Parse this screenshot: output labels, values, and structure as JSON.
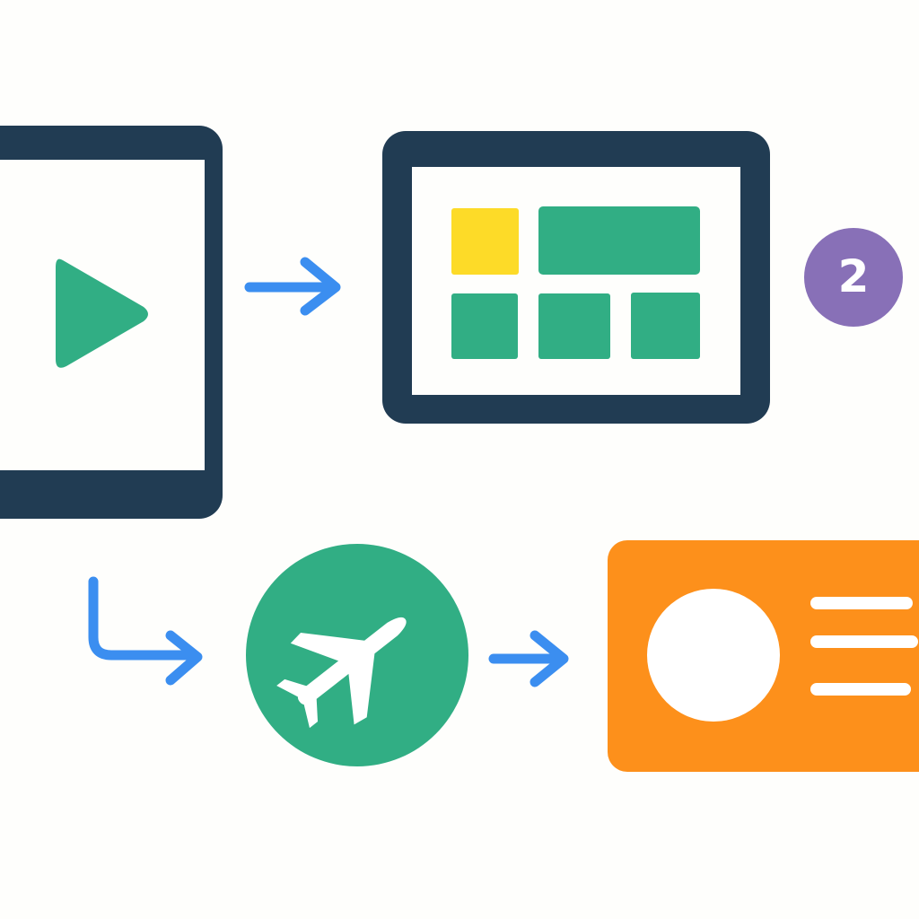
{
  "colors": {
    "background": "#fefefc",
    "device_frame": "#213c53",
    "screen_fill": "#fefefc",
    "accent_green": "#31ae84",
    "accent_yellow": "#fddb28",
    "arrow_blue": "#3b8ef0",
    "badge_purple": "#8870b7",
    "badge_text": "#ffffff",
    "card_orange": "#fd901b",
    "card_white": "#ffffff"
  },
  "nodes": [
    {
      "id": "phone",
      "icon": "play-icon"
    },
    {
      "id": "tablet-dashboard",
      "icon": "dashboard-grid-icon"
    },
    {
      "id": "travel",
      "icon": "airplane-icon"
    },
    {
      "id": "profile-card",
      "icon": "profile-card-icon"
    }
  ],
  "badge": {
    "label": "2"
  }
}
